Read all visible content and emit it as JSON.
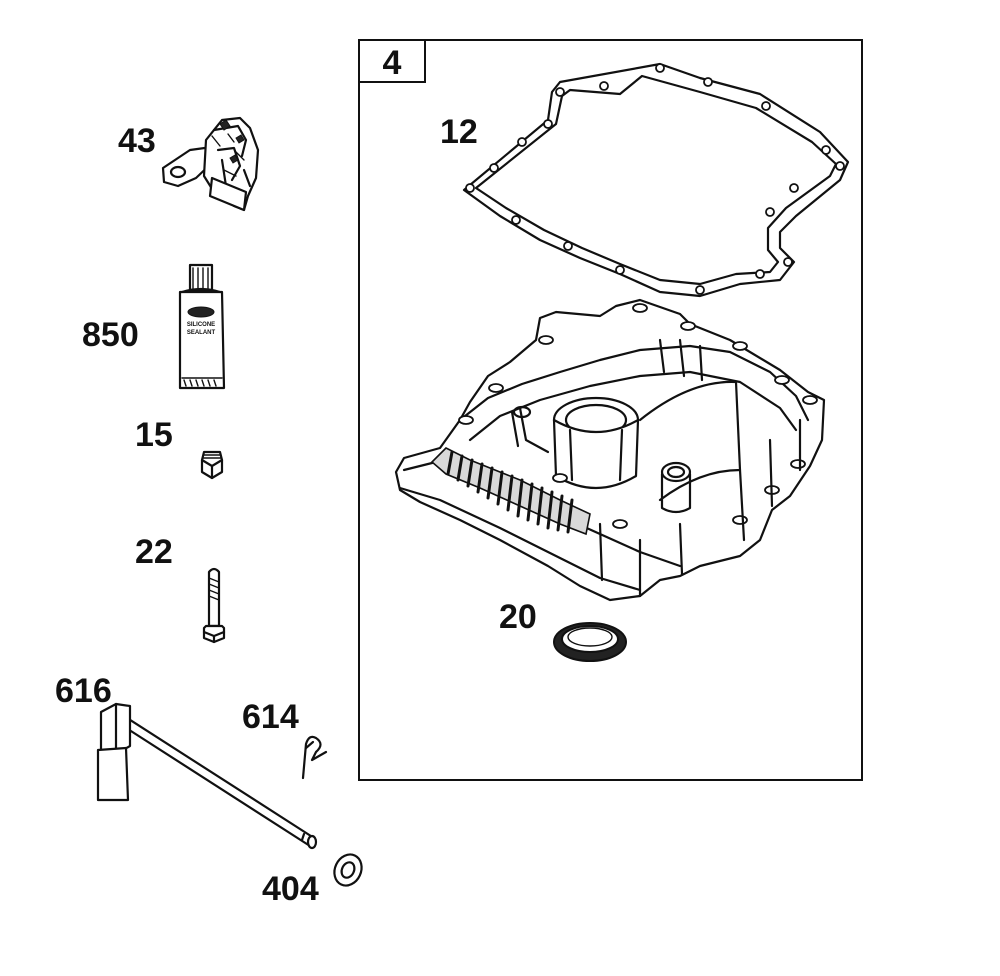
{
  "assembly": {
    "number": "4"
  },
  "parts": [
    {
      "id": "43",
      "label": "43",
      "name": "bracket-assembly"
    },
    {
      "id": "850",
      "label": "850",
      "name": "silicone-sealant-tube",
      "tube_text": [
        "SILICONE",
        "SEALANT"
      ]
    },
    {
      "id": "15",
      "label": "15",
      "name": "plug"
    },
    {
      "id": "22",
      "label": "22",
      "name": "screw"
    },
    {
      "id": "616",
      "label": "616",
      "name": "shaft-with-bracket"
    },
    {
      "id": "614",
      "label": "614",
      "name": "hairpin-clip"
    },
    {
      "id": "404",
      "label": "404",
      "name": "washer"
    },
    {
      "id": "12",
      "label": "12",
      "name": "gasket"
    },
    {
      "id": "20",
      "label": "20",
      "name": "oil-seal"
    }
  ],
  "colors": {
    "line": "#111111",
    "background": "#ffffff",
    "fill_light": "#d9d9d9"
  }
}
